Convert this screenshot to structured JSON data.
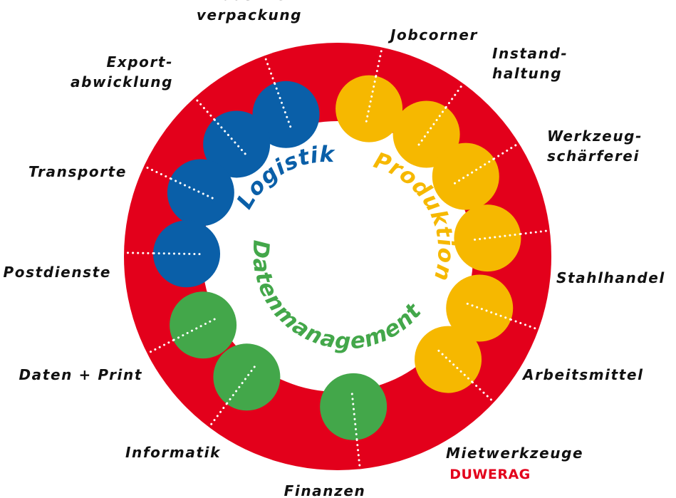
{
  "colors": {
    "ring": "#e3001b",
    "logistik": "#0a5fa8",
    "produktion": "#f6b800",
    "datenmanagement": "#43a74a",
    "label_text": "#111111",
    "logo": "#e3001b",
    "dots": "#ffffff"
  },
  "segments": [
    {
      "label": "Logistik",
      "color_key": "logistik"
    },
    {
      "label": "Produktion",
      "color_key": "produktion"
    },
    {
      "label": "Datenmanagement",
      "color_key": "datenmanagement"
    }
  ],
  "services": [
    {
      "id": "industrieverpackung",
      "lines": [
        "Industrie-",
        "verpackung"
      ],
      "segment": "logistik"
    },
    {
      "id": "exportabwicklung",
      "lines": [
        "Export-",
        "abwicklung"
      ],
      "segment": "logistik"
    },
    {
      "id": "transporte",
      "lines": [
        "Transporte"
      ],
      "segment": "logistik"
    },
    {
      "id": "postdienste",
      "lines": [
        "Postdienste"
      ],
      "segment": "logistik"
    },
    {
      "id": "jobcorner",
      "lines": [
        "Jobcorner"
      ],
      "segment": "produktion"
    },
    {
      "id": "instandhaltung",
      "lines": [
        "Instand-",
        "haltung"
      ],
      "segment": "produktion"
    },
    {
      "id": "werkzeugschaerferei",
      "lines": [
        "Werkzeug-",
        "schärferei"
      ],
      "segment": "produktion"
    },
    {
      "id": "stahlhandel",
      "lines": [
        "Stahlhandel"
      ],
      "segment": "produktion"
    },
    {
      "id": "arbeitsmittel",
      "lines": [
        "Arbeitsmittel"
      ],
      "segment": "produktion"
    },
    {
      "id": "mietwerkzeuge",
      "lines": [
        "Mietwerkzeuge"
      ],
      "segment": "produktion"
    },
    {
      "id": "daten-print",
      "lines": [
        "Daten + Print"
      ],
      "segment": "datenmanagement"
    },
    {
      "id": "informatik",
      "lines": [
        "Informatik"
      ],
      "segment": "datenmanagement"
    },
    {
      "id": "finanzen",
      "lines": [
        "Finanzen"
      ],
      "segment": "datenmanagement"
    }
  ],
  "logo": {
    "text": "DUWERAG"
  }
}
